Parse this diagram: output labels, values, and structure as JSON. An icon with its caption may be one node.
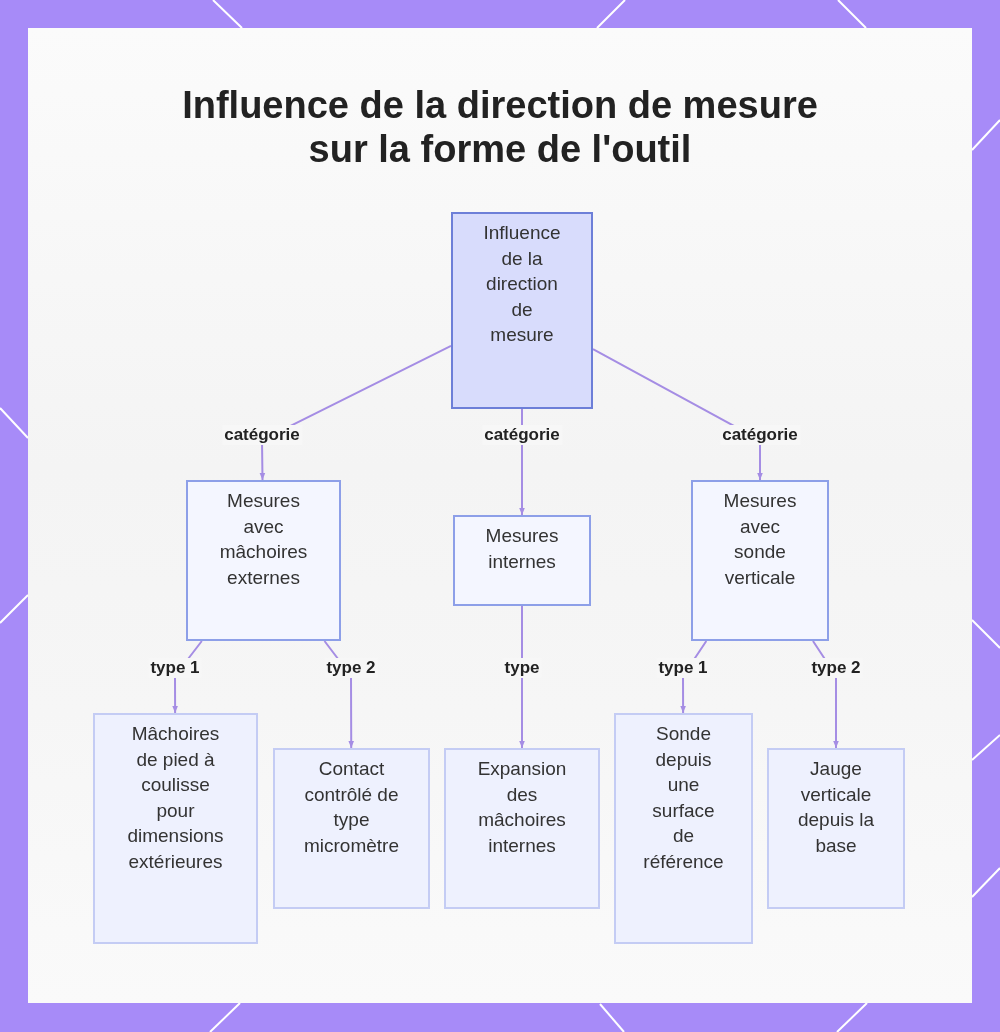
{
  "diagram": {
    "title": "Influence de la direction de mesure sur la forme de l'outil",
    "nodes": [
      {
        "text": [
          "Influence de la direction de mesure"
        ]
      },
      {
        "text": [
          "Mesures avec mâchoires externes"
        ]
      },
      {
        "text": [
          "Mesures internes"
        ]
      },
      {
        "text": [
          "Mesures avec sonde verticale"
        ]
      },
      {
        "text": [
          "Mâchoires de pied à coulisse pour dimensions extérieures"
        ]
      },
      {
        "text": [
          "Contact contrôlé de type micromètre"
        ]
      },
      {
        "text": [
          "Expansion des mâchoires internes"
        ]
      },
      {
        "text": [
          "Sonde depuis une surface de référence"
        ]
      },
      {
        "text": [
          "Jauge verticale depuis la base"
        ]
      }
    ],
    "edges": [
      {
        "from": 0,
        "to": 1,
        "arrow": "to",
        "label": "catégorie"
      },
      {
        "from": 0,
        "to": 2,
        "arrow": "to",
        "label": "catégorie"
      },
      {
        "from": 0,
        "to": 3,
        "arrow": "to",
        "label": "catégorie"
      },
      {
        "from": 1,
        "to": 4,
        "arrow": "to",
        "label": "type 1"
      },
      {
        "from": 1,
        "to": 5,
        "arrow": "to",
        "label": "type 2"
      },
      {
        "from": 2,
        "to": 6,
        "arrow": "to",
        "label": "type"
      },
      {
        "from": 3,
        "to": 7,
        "arrow": "to",
        "label": "type 1"
      },
      {
        "from": 3,
        "to": 8,
        "arrow": "to",
        "label": "type 2"
      }
    ]
  }
}
